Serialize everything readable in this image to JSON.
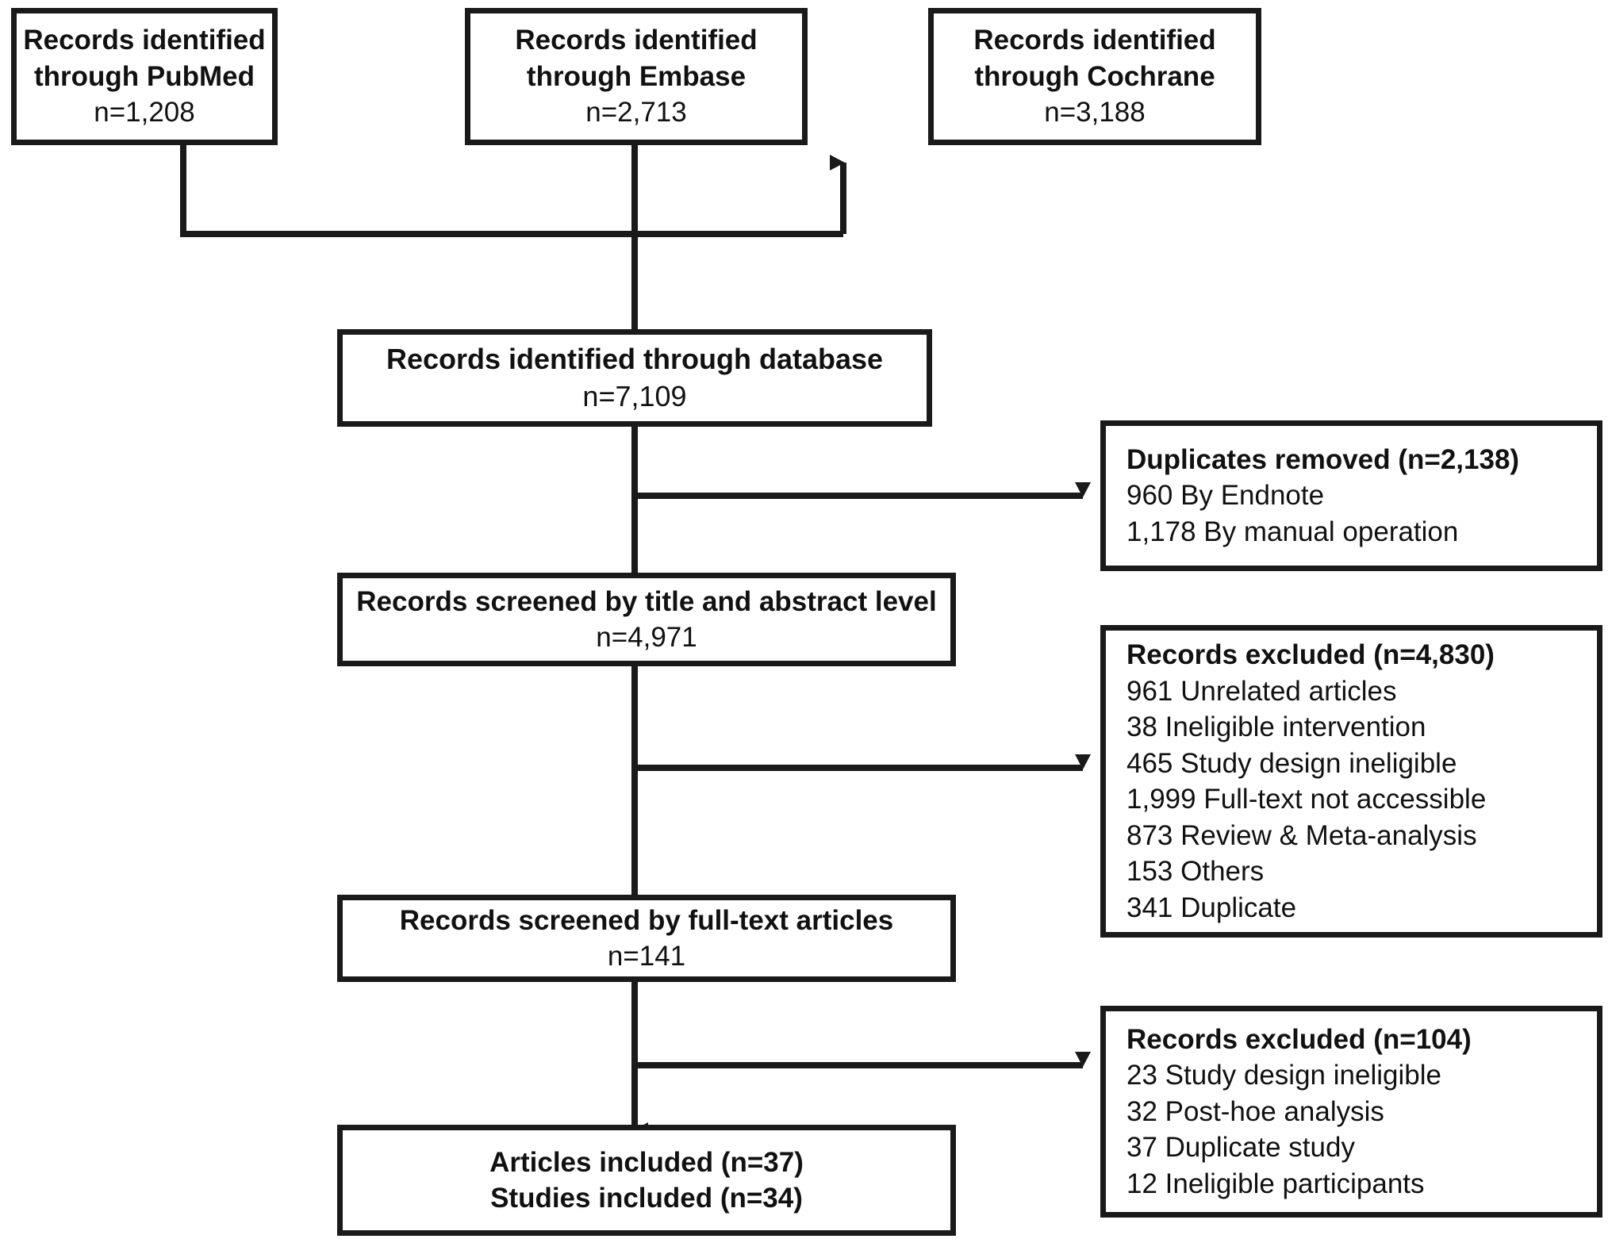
{
  "figure": {
    "type": "prisma-flow-diagram",
    "colors": {
      "stroke": "#1a1a1a",
      "fill": "#ffffff",
      "text": "#111111"
    }
  },
  "nodes": {
    "pubmed": {
      "id": "records-identified-pubmed",
      "lines": [
        "Records identified",
        "through PubMed",
        "n=1,208"
      ],
      "bold_lines": 2,
      "count": "1,208"
    },
    "embase": {
      "id": "records-identified-embase",
      "lines": [
        "Records identified",
        "through Embase",
        "n=2,713"
      ],
      "bold_lines": 2,
      "count": "2,713"
    },
    "cochrane": {
      "id": "records-identified-cochrane",
      "lines": [
        "Records identified",
        "through Cochrane",
        "n=3,188"
      ],
      "bold_lines": 2,
      "count": "3,188"
    },
    "database": {
      "id": "records-identified-database",
      "lines": [
        "Records identified through database",
        "n=7,109"
      ],
      "bold_lines": 1,
      "count": "7,109"
    },
    "duplicates_removed": {
      "id": "duplicates-removed",
      "heading": "Duplicates removed (n=2,138)",
      "total": "2,138",
      "items": [
        "960 By Endnote",
        "1,178 By manual operation"
      ]
    },
    "screened_title_abstract": {
      "id": "records-screened-title-abstract",
      "lines": [
        "Records screened by title and abstract level",
        "n=4,971"
      ],
      "bold_lines": 1,
      "count": "4,971"
    },
    "excluded_title_abstract": {
      "id": "records-excluded-title-abstract",
      "heading": "Records excluded (n=4,830)",
      "total": "4,830",
      "items": [
        "961 Unrelated articles",
        "38 Ineligible intervention",
        "465 Study design ineligible",
        "1,999 Full-text not accessible",
        "873 Review & Meta-analysis",
        "153 Others",
        "341 Duplicate"
      ]
    },
    "screened_fulltext": {
      "id": "records-screened-fulltext",
      "lines": [
        "Records screened by full-text articles",
        "n=141"
      ],
      "bold_lines": 1,
      "count": "141"
    },
    "excluded_fulltext": {
      "id": "records-excluded-fulltext",
      "heading": "Records excluded (n=104)",
      "total": "104",
      "items": [
        "23 Study design ineligible",
        "32 Post-hoe analysis",
        "37 Duplicate study",
        "12 Ineligible participants"
      ]
    },
    "included": {
      "id": "articles-studies-included",
      "lines": [
        "Articles included (n=37)",
        "Studies included (n=34)"
      ],
      "bold_lines": 2,
      "articles": "37",
      "studies": "34"
    }
  }
}
